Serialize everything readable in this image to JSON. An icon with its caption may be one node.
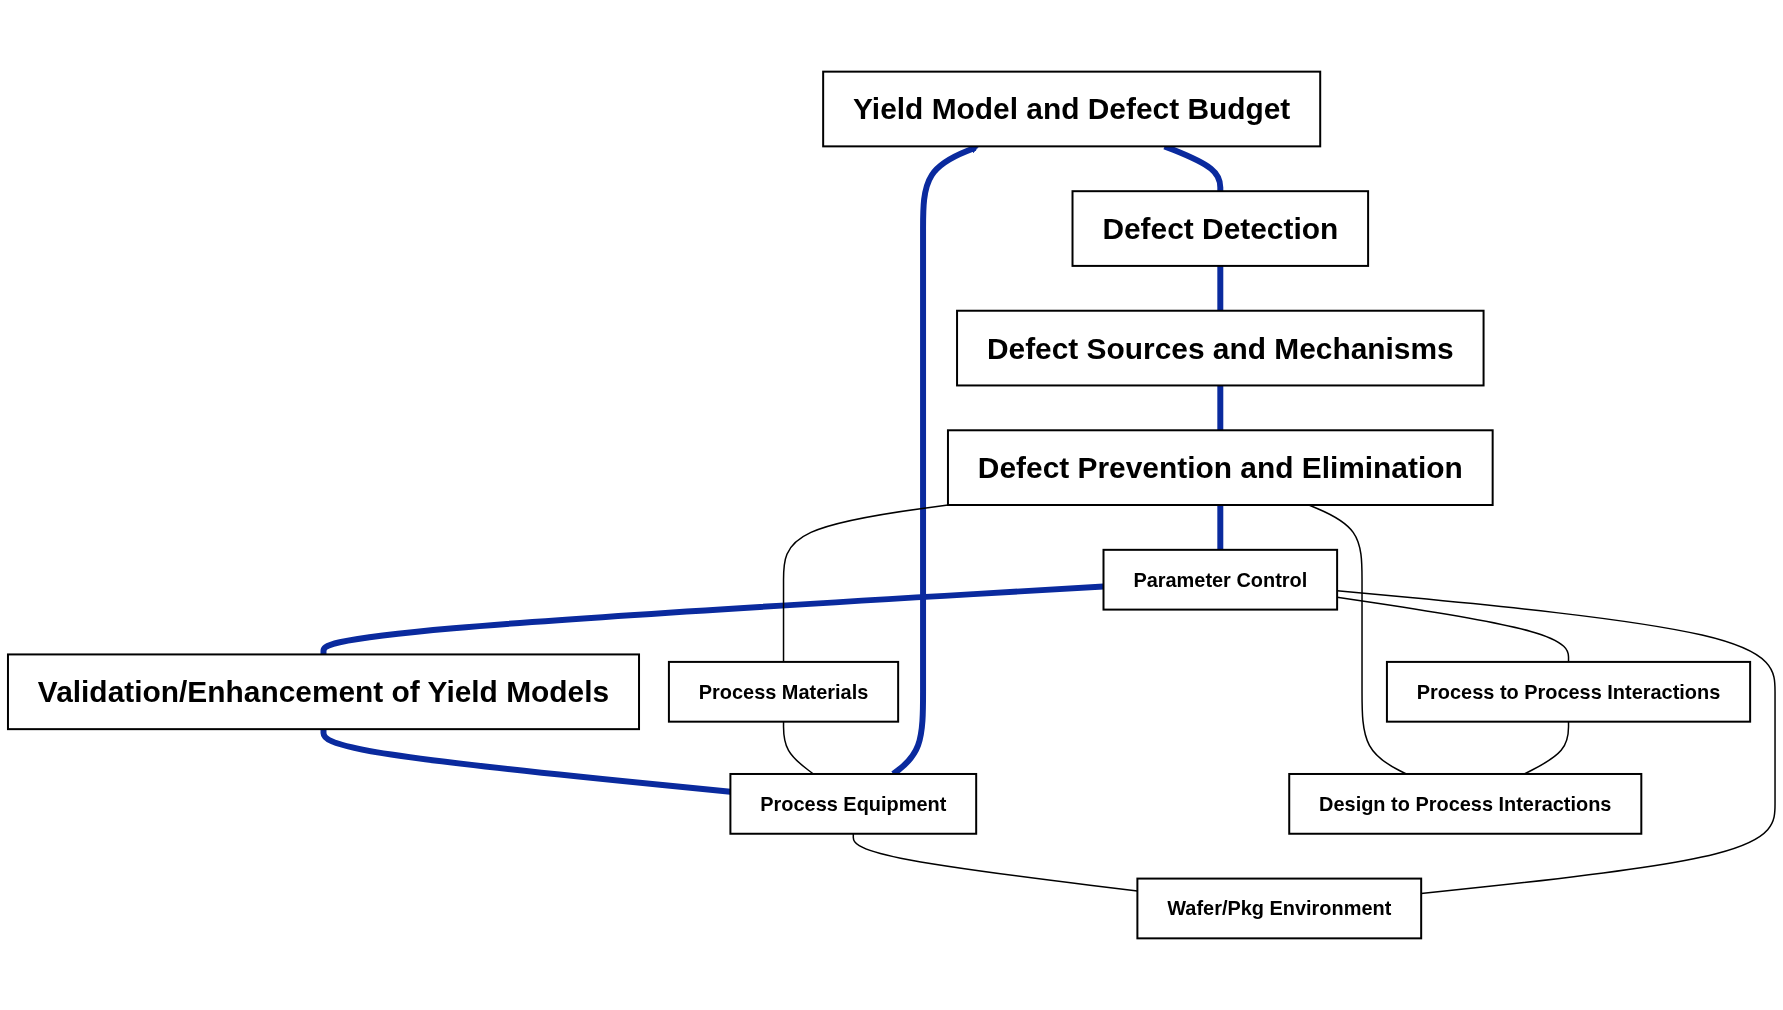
{
  "diagram": {
    "nodes": [
      {
        "text": [
          "Yield Model and Defect Budget"
        ]
      },
      {
        "text": [
          "Defect Detection"
        ]
      },
      {
        "text": [
          "Defect Sources and Mechanisms"
        ]
      },
      {
        "text": [
          "Defect Prevention and Elimination"
        ]
      },
      {
        "text": [
          "Process Materials"
        ]
      },
      {
        "text": [
          "Process Equipment"
        ]
      },
      {
        "text": [
          "Wafer/Pkg Environment"
        ]
      },
      {
        "text": [
          "Parameter Control"
        ]
      },
      {
        "text": [
          "Process to Process Interactions"
        ]
      },
      {
        "text": [
          "Design to Process Interactions"
        ]
      },
      {
        "text": [
          "Validation/Enhancement of Yield Models"
        ]
      }
    ],
    "edges": [
      {
        "from": 0,
        "to": 1,
        "arrow": "none",
        "style": "thick",
        "color": "#0a2a9e"
      },
      {
        "from": 1,
        "to": 2,
        "arrow": "none",
        "style": "thick",
        "color": "#0a2a9e"
      },
      {
        "from": 2,
        "to": 3,
        "arrow": "none",
        "style": "thick",
        "color": "#0a2a9e"
      },
      {
        "from": 3,
        "to": 7,
        "arrow": "none",
        "style": "thick",
        "color": "#0a2a9e"
      },
      {
        "from": 7,
        "to": 10,
        "arrow": "none",
        "style": "thick",
        "color": "#0a2a9e"
      },
      {
        "from": 10,
        "to": 5,
        "arrow": "none",
        "style": "thick",
        "color": "#0a2a9e"
      },
      {
        "from": 5,
        "to": 0,
        "arrow": "to",
        "style": "thick",
        "color": "#0a2a9e"
      },
      {
        "from": 3,
        "to": 4,
        "arrow": "none",
        "color": "#000000"
      },
      {
        "from": 3,
        "to": 9,
        "arrow": "none",
        "color": "#000000"
      },
      {
        "from": 4,
        "to": 5,
        "arrow": "none",
        "color": "#000000"
      },
      {
        "from": 5,
        "to": 6,
        "arrow": "none",
        "color": "#000000"
      },
      {
        "from": 6,
        "to": 7,
        "arrow": "none",
        "color": "#000000"
      },
      {
        "from": 7,
        "to": 8,
        "arrow": "none",
        "color": "#000000"
      },
      {
        "from": 8,
        "to": 9,
        "arrow": "none",
        "color": "#000000"
      }
    ]
  }
}
